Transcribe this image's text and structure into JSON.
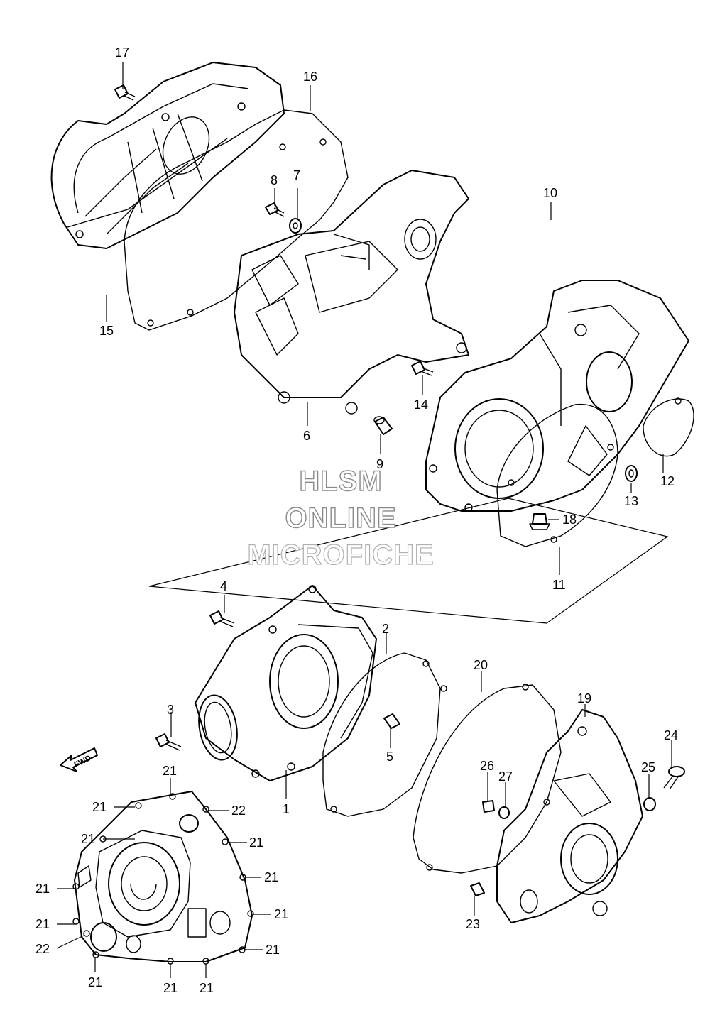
{
  "watermark": {
    "line1": "HLSM",
    "line2": "ONLINE",
    "line3": "MICROFICHE"
  },
  "fwd_arrow": {
    "label": "FWD",
    "icon": "forward-arrow-icon"
  },
  "callouts": {
    "c1": "1",
    "c2": "2",
    "c3": "3",
    "c4": "4",
    "c5": "5",
    "c6": "6",
    "c7": "7",
    "c8": "8",
    "c9": "9",
    "c10": "10",
    "c11": "11",
    "c12": "12",
    "c13": "13",
    "c14": "14",
    "c15": "15",
    "c16": "16",
    "c17": "17",
    "c18": "18",
    "c19": "19",
    "c20": "20",
    "c21": "21",
    "c22": "22",
    "c23": "23",
    "c24": "24",
    "c25": "25",
    "c26": "26",
    "c27": "27"
  }
}
